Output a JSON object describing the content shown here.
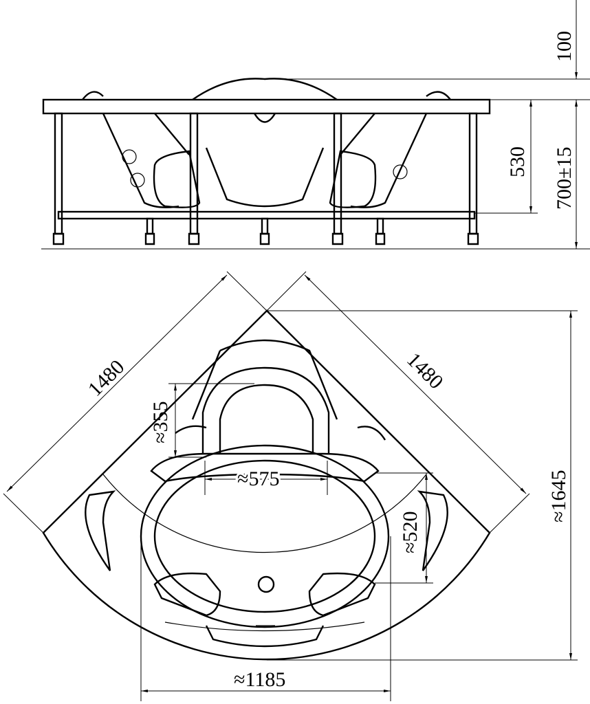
{
  "drawing": {
    "side_view": {
      "dim_rim_height": "100",
      "dim_inner_depth": "530",
      "dim_total_height": "700±15"
    },
    "top_view": {
      "dim_left_edge": "1480",
      "dim_right_edge": "1480",
      "dim_headrest": "≈355",
      "dim_seat_width": "≈575",
      "dim_bowl_depth": "≈520",
      "dim_overall_depth": "≈1645",
      "dim_overall_width": "≈1185"
    }
  }
}
